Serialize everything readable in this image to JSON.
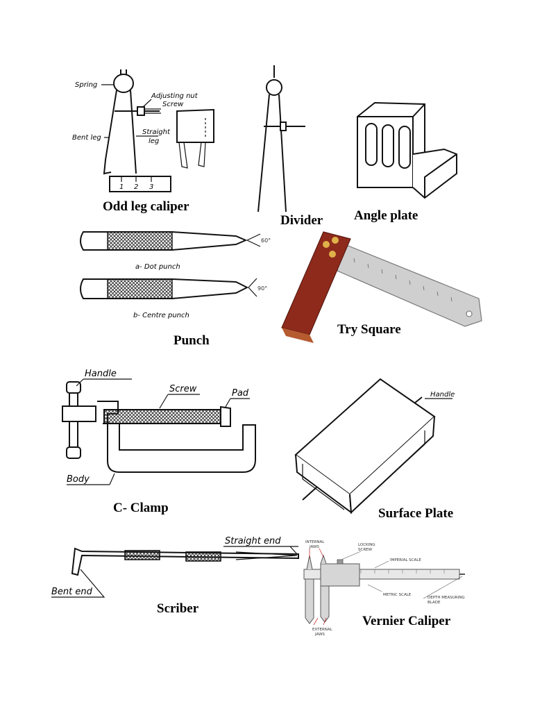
{
  "odd_leg_caliper": {
    "title": "Odd leg caliper",
    "labels": {
      "spring": "Spring",
      "adjusting_nut": "Adjusting nut",
      "screw": "Screw",
      "bent_leg": "Bent leg",
      "straight_leg_1": "Straight",
      "straight_leg_2": "leg"
    },
    "scale_ticks": [
      "1",
      "2",
      "3"
    ]
  },
  "divider": {
    "title": "Divider"
  },
  "angle_plate": {
    "title": "Angle plate"
  },
  "punch": {
    "title": "Punch",
    "dot_punch": {
      "label": "a- Dot punch",
      "angle": "60°"
    },
    "centre_punch": {
      "label": "b- Centre punch",
      "angle": "90°"
    }
  },
  "try_square": {
    "title": "Try Square"
  },
  "c_clamp": {
    "title": "C- Clamp",
    "labels": {
      "handle": "Handle",
      "screw": "Screw",
      "pad": "Pad",
      "body": "Body"
    }
  },
  "surface_plate": {
    "title": "Surface Plate",
    "labels": {
      "handle": "Handle"
    }
  },
  "scriber": {
    "title": "Scriber",
    "labels": {
      "straight_end": "Straight end",
      "bent_end": "Bent end"
    }
  },
  "vernier_caliper": {
    "title": "Vernier Caliper",
    "labels": {
      "internal_jaws_1": "INTERNAL",
      "internal_jaws_2": "JAWS",
      "locking_screw_1": "LOCKING",
      "locking_screw_2": "SCREW",
      "imperial_scale": "IMPERIAL SCALE",
      "metric_scale": "METRIC SCALE",
      "depth_blade_1": "DEPTH MEASURING",
      "depth_blade_2": "BLADE",
      "external_jaws_1": "EXTERNAL",
      "external_jaws_2": "JAWS"
    }
  },
  "colors": {
    "wood_stock": "#8e2a1c",
    "steel_blade": "#c9c9c9",
    "brass_rivet": "#e0b24a",
    "ink": "#111111"
  }
}
